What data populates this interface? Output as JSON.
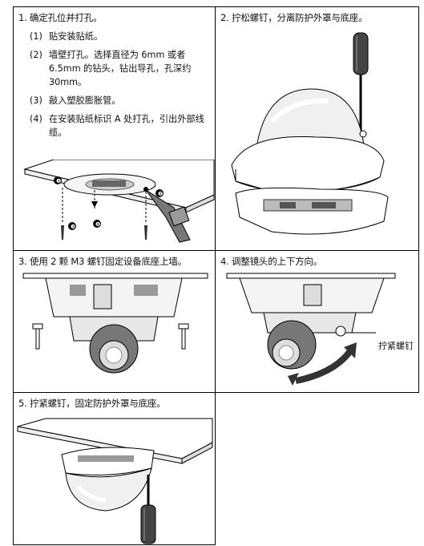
{
  "panels": [
    {
      "title": "1. 确定孔位并打孔。",
      "steps": [
        {
          "num": "(1)",
          "text": "贴安装贴纸。"
        },
        {
          "num": "(2)",
          "text": "墙壁打孔。选择直径为 6mm 或者 6.5mm 的钻头，钻出导孔，孔深约 30mm。"
        },
        {
          "num": "(3)",
          "text": "敲入塑胶膨胀管。"
        },
        {
          "num": "(4)",
          "text": "在安装贴纸标识 A 处打孔，引出外部线缆。"
        }
      ],
      "markers": [
        "❶",
        "❷",
        "❸",
        "❹"
      ]
    },
    {
      "title": "2. 拧松螺钉，分离防护外罩与底座。"
    },
    {
      "title": "3. 使用 2 颗 M3 螺钉固定设备底座上墙。"
    },
    {
      "title": "4. 调整镜头的上下方向。",
      "callout": "拧紧螺钉"
    },
    {
      "title": "5. 拧紧螺钉，固定防护外罩与底座。"
    }
  ]
}
